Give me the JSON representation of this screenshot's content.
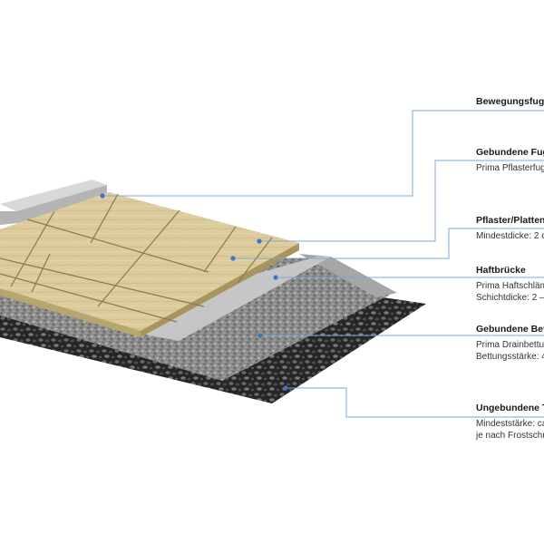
{
  "colors": {
    "leader_line": "#7fa8d8",
    "leader_dot": "#3f74c0",
    "stone_tile": "#d9c89a",
    "joint": "#8a7a4a",
    "curb": "#c9c9c9",
    "adhesive_layer": "#bfbfbf",
    "bonded_bed": "#8c8c8c",
    "base_gravel": "#2e2e2e"
  },
  "labels": [
    {
      "key": "bewegungsfuge",
      "title": "Bewegungsfuge",
      "lines": []
    },
    {
      "key": "gebundene-fuge",
      "title": "Gebundene Fug",
      "lines": [
        "Prima Pflasterfug"
      ]
    },
    {
      "key": "pflaster-platten",
      "title": "Pflaster/Platten",
      "lines": [
        "Mindestdicke: 2 c"
      ]
    },
    {
      "key": "haftbruecke",
      "title": "Haftbrücke",
      "lines": [
        "Prima Haftschläm",
        "Schichtdicke: 2 –"
      ]
    },
    {
      "key": "gebundene-bettung",
      "title": "Gebundene Bet",
      "lines": [
        "Prima Drainbettu",
        "Bettungsstärke: 4"
      ]
    },
    {
      "key": "ungebundene-tragschicht",
      "title": "Ungebundene T",
      "lines": [
        "Mindeststärke: ca",
        "je nach Frostschu"
      ]
    }
  ]
}
